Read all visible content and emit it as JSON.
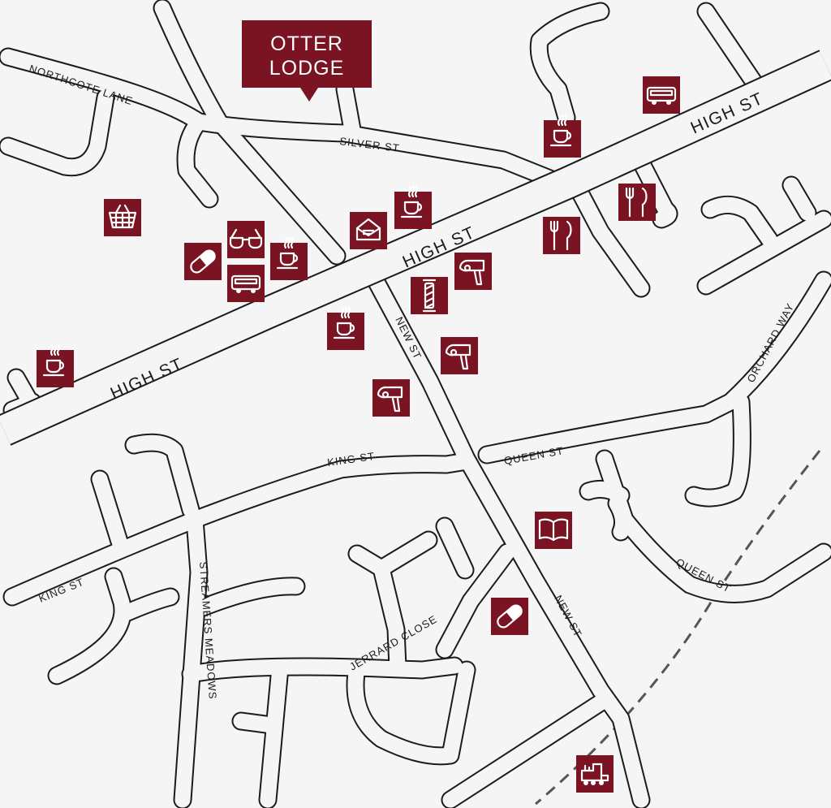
{
  "map": {
    "destination": {
      "line1": "OTTER",
      "line2": "LODGE",
      "color": "#7a1322"
    },
    "streets": {
      "northcote_lane": "NORTHCOTE LANE",
      "silver_st": "SILVER ST",
      "high_st": "HIGH ST",
      "new_st": "NEW ST",
      "king_st": "KING ST",
      "queen_st": "QUEEN ST",
      "orchard_way": "ORCHARD WAY",
      "streamers_meadows": "STREAMERS MEADOWS",
      "jerrard_close": "JERRARD CLOSE"
    },
    "poi_icons": [
      "bus-icon",
      "coffee-icon",
      "restaurant-icon",
      "shopping-basket-icon",
      "mail-icon",
      "glasses-icon",
      "pharmacy-icon",
      "hairdryer-icon",
      "barber-pole-icon",
      "library-book-icon",
      "train-icon"
    ],
    "colors": {
      "poi": "#7a1322",
      "road_outline": "#1b1b1b",
      "road_fill": "#f5f5f5",
      "railway": "#555555"
    }
  }
}
